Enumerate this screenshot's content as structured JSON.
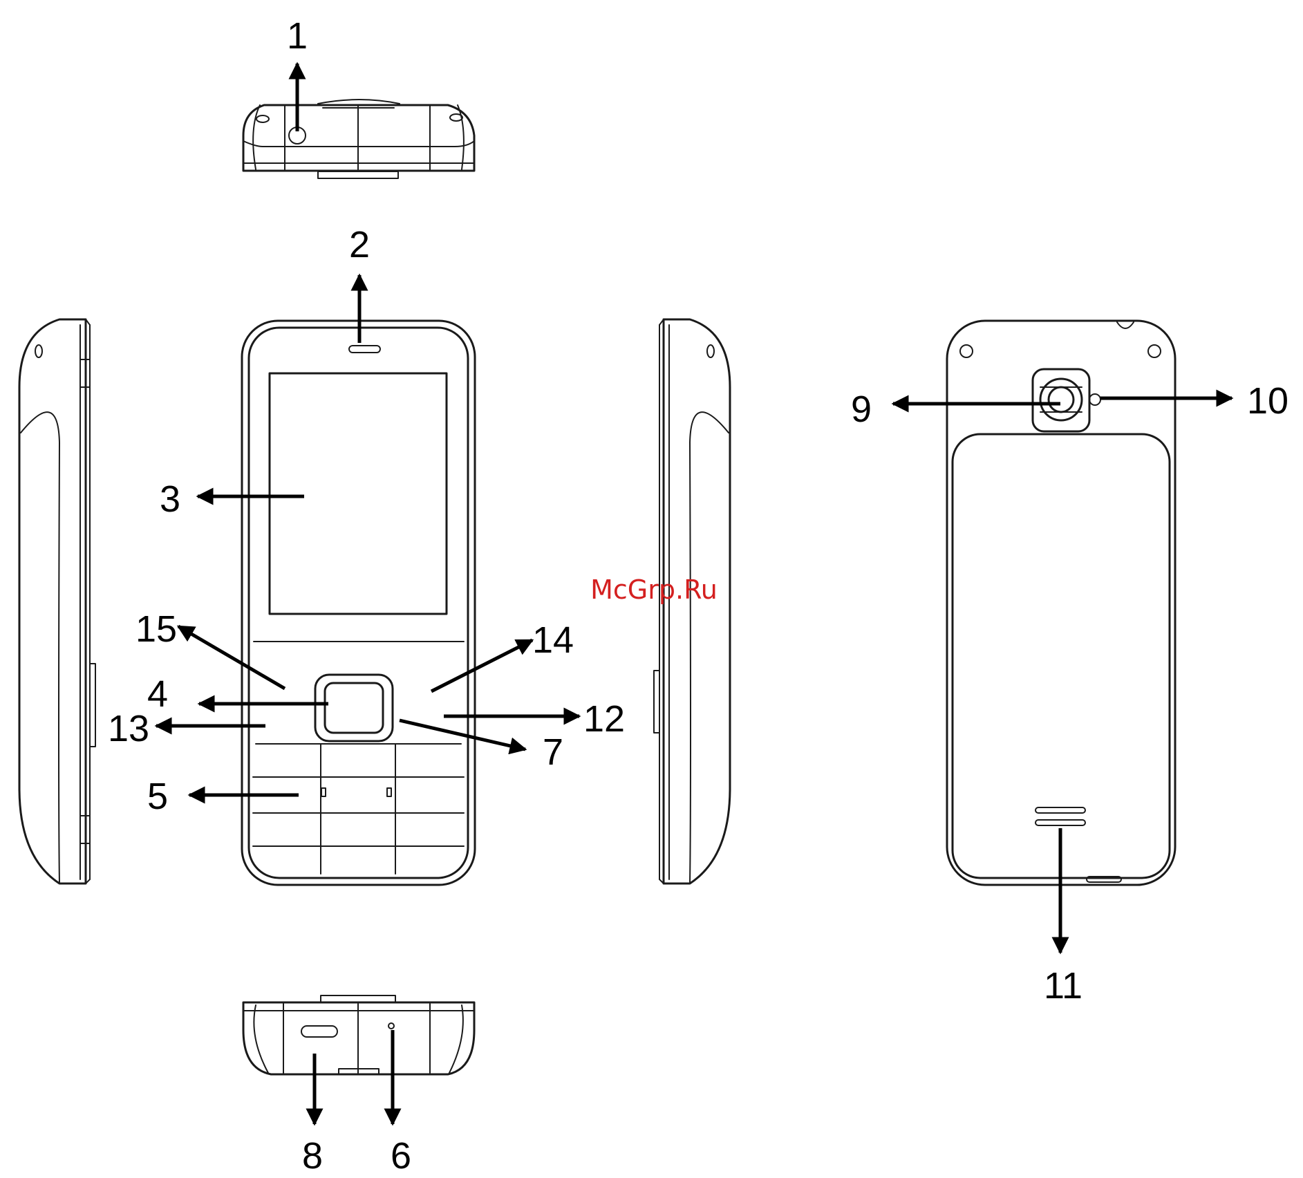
{
  "watermark": {
    "text": "McGrp.Ru",
    "color": "#d42020"
  },
  "callouts": [
    {
      "id": "1",
      "text": "1"
    },
    {
      "id": "2",
      "text": "2"
    },
    {
      "id": "3",
      "text": "3"
    },
    {
      "id": "4",
      "text": "4"
    },
    {
      "id": "5",
      "text": "5"
    },
    {
      "id": "6",
      "text": "6"
    },
    {
      "id": "7",
      "text": "7"
    },
    {
      "id": "8",
      "text": "8"
    },
    {
      "id": "9",
      "text": "9"
    },
    {
      "id": "10",
      "text": "10"
    },
    {
      "id": "11",
      "text": "11"
    },
    {
      "id": "12",
      "text": "12"
    },
    {
      "id": "13",
      "text": "13"
    },
    {
      "id": "14",
      "text": "14"
    },
    {
      "id": "15",
      "text": "15"
    }
  ],
  "colors": {
    "line": "#1a1a1a",
    "arrow": "#000000",
    "background": "#ffffff"
  }
}
